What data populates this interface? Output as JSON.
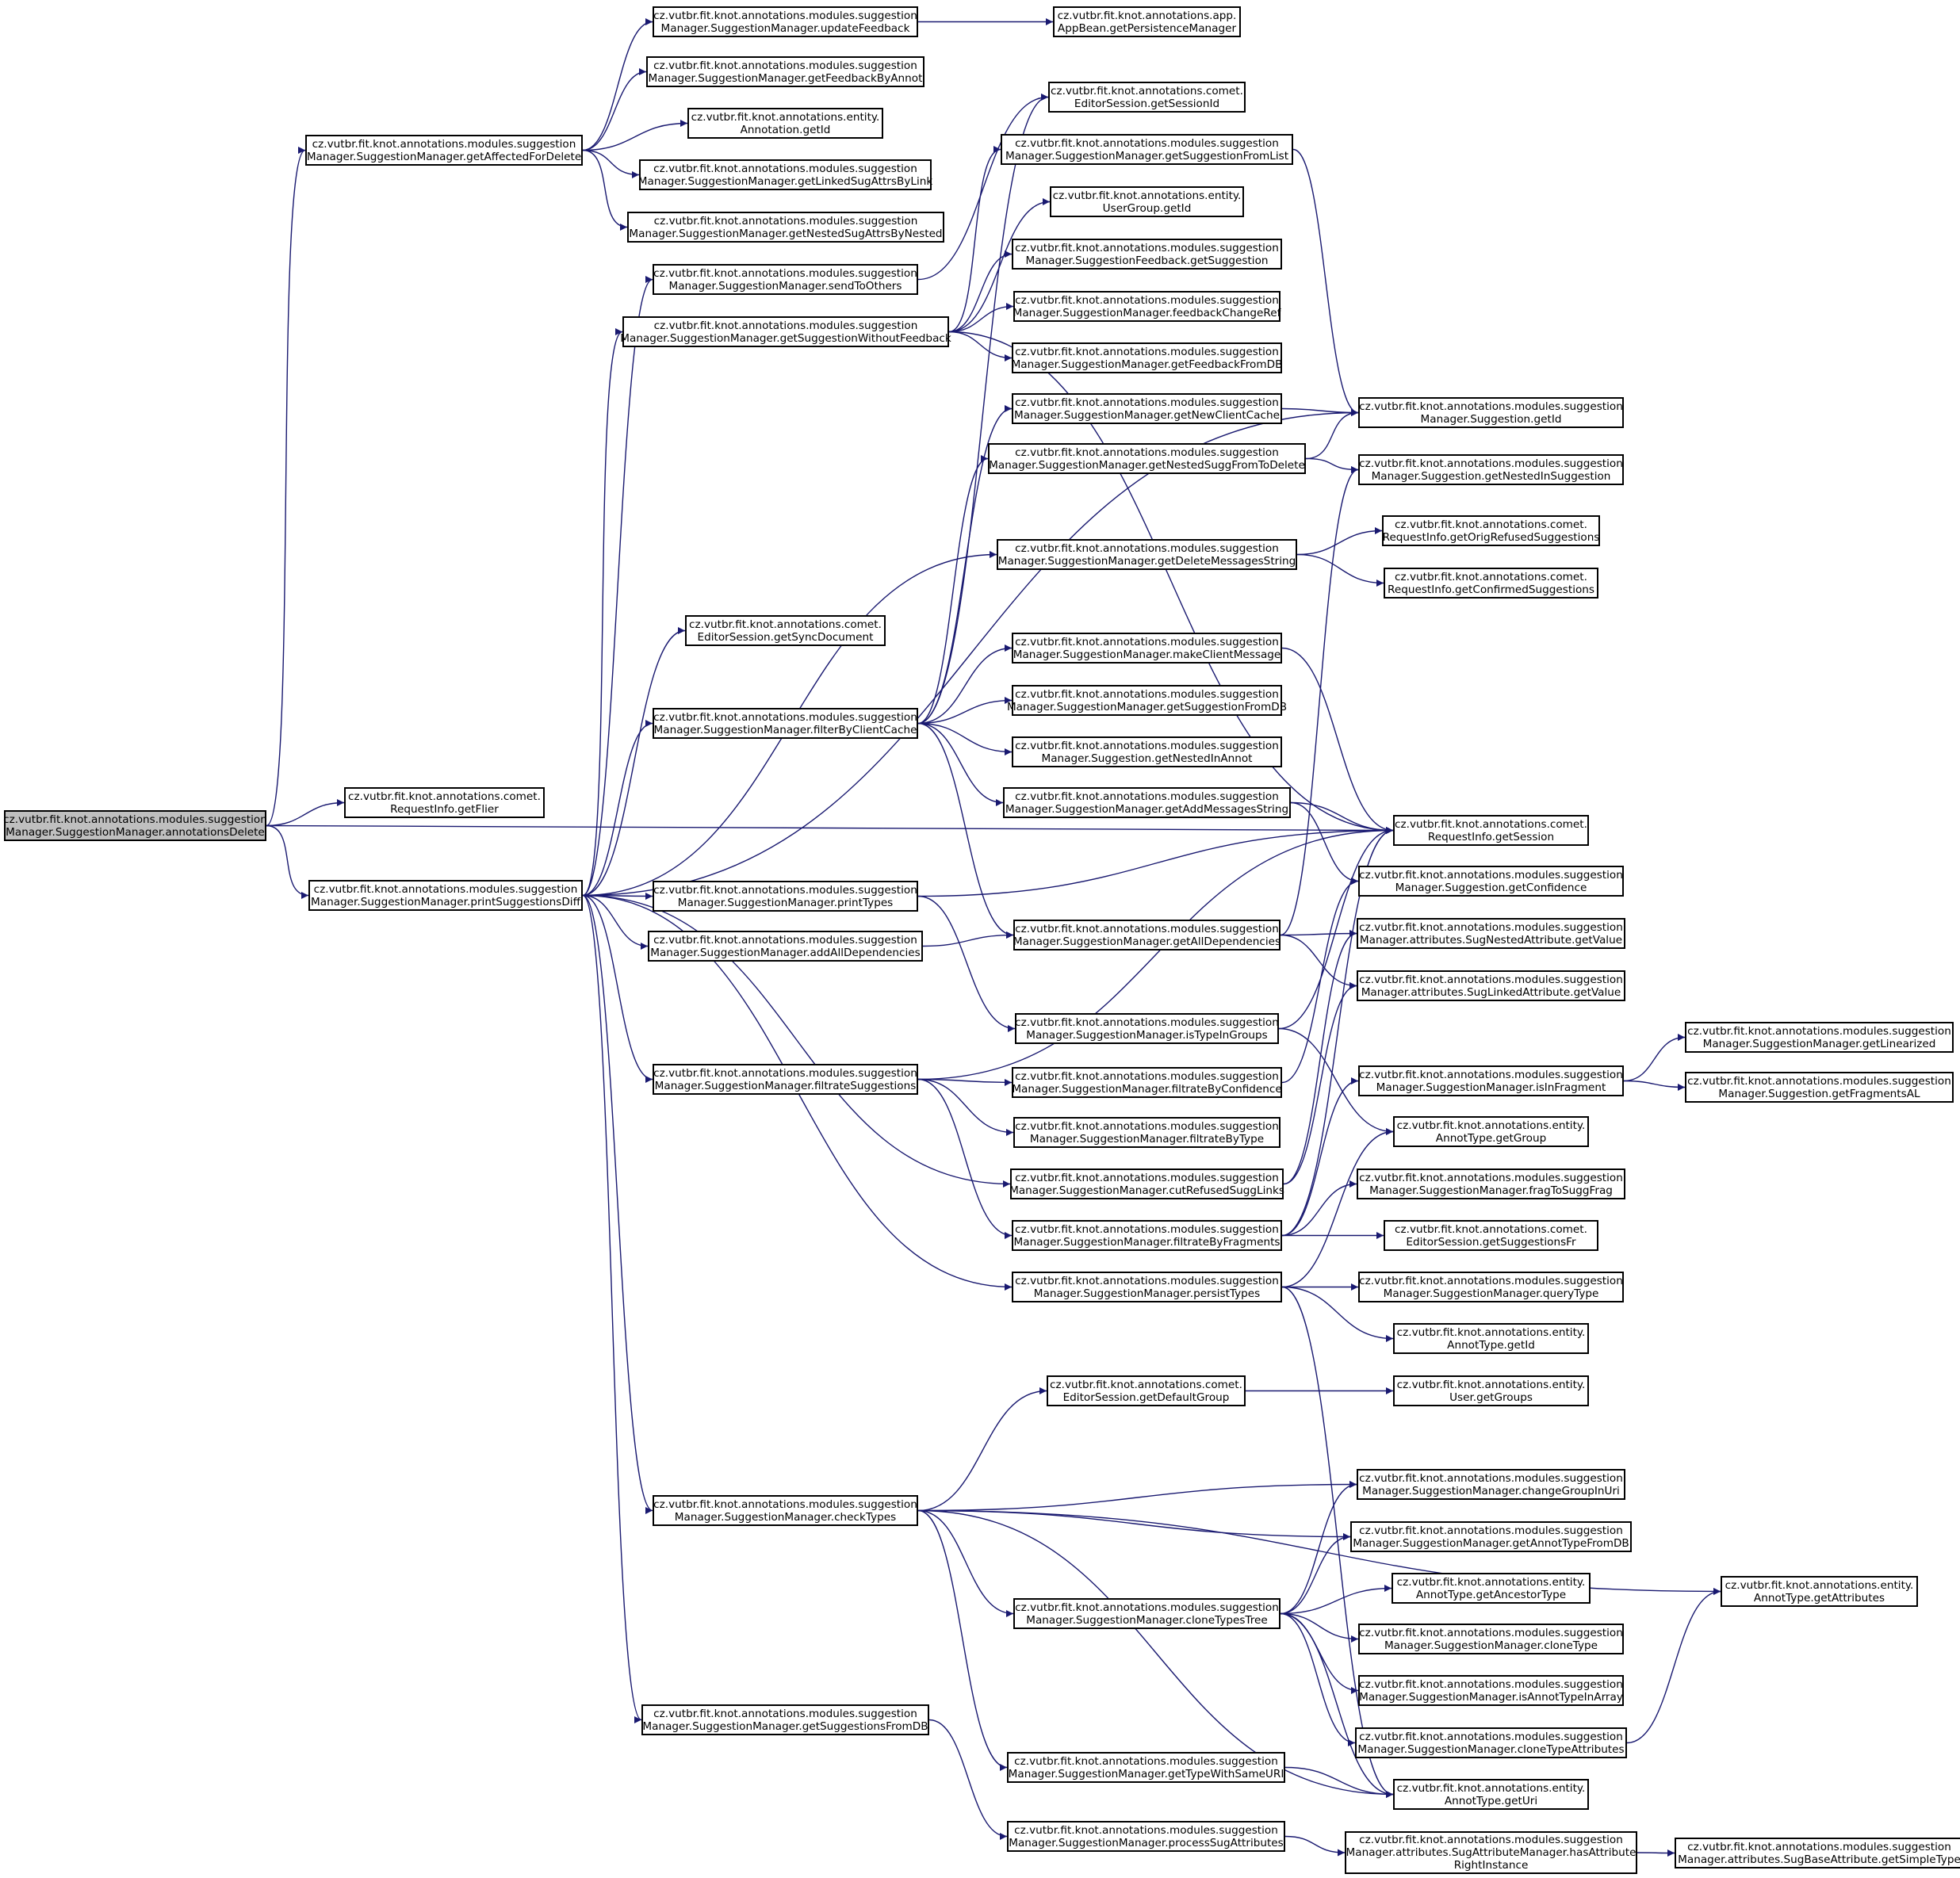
{
  "graph": {
    "root": "annotationsDelete",
    "colors": {
      "edge": "#191970",
      "node_border": "#000000",
      "root_fill": "#bfbfbf",
      "node_fill": "#ffffff"
    },
    "nodes": {
      "annotationsDelete": [
        "cz.vutbr.fit.knot.annotations.modules.suggestion",
        "Manager.SuggestionManager.annotationsDelete"
      ],
      "getAffectedForDelete": [
        "cz.vutbr.fit.knot.annotations.modules.suggestion",
        "Manager.SuggestionManager.getAffectedForDelete"
      ],
      "getFlier": [
        "cz.vutbr.fit.knot.annotations.comet.",
        "RequestInfo.getFlier"
      ],
      "printSuggestionsDiff": [
        "cz.vutbr.fit.knot.annotations.modules.suggestion",
        "Manager.SuggestionManager.printSuggestionsDiff"
      ],
      "updateFeedback": [
        "cz.vutbr.fit.knot.annotations.modules.suggestion",
        "Manager.SuggestionManager.updateFeedback"
      ],
      "getPersistenceManager": [
        "cz.vutbr.fit.knot.annotations.app.",
        "AppBean.getPersistenceManager"
      ],
      "getFeedbackByAnnot": [
        "cz.vutbr.fit.knot.annotations.modules.suggestion",
        "Manager.SuggestionManager.getFeedbackByAnnot"
      ],
      "annotationGetId": [
        "cz.vutbr.fit.knot.annotations.entity.",
        "Annotation.getId"
      ],
      "getLinkedSugAttrsByLink": [
        "cz.vutbr.fit.knot.annotations.modules.suggestion",
        "Manager.SuggestionManager.getLinkedSugAttrsByLink"
      ],
      "getNestedSugAttrsByNested": [
        "cz.vutbr.fit.knot.annotations.modules.suggestion",
        "Manager.SuggestionManager.getNestedSugAttrsByNested"
      ],
      "sendToOthers": [
        "cz.vutbr.fit.knot.annotations.modules.suggestion",
        "Manager.SuggestionManager.sendToOthers"
      ],
      "getSuggestionWithoutFeedback": [
        "cz.vutbr.fit.knot.annotations.modules.suggestion",
        "Manager.SuggestionManager.getSuggestionWithoutFeedback"
      ],
      "getSyncDocument": [
        "cz.vutbr.fit.knot.annotations.comet.",
        "EditorSession.getSyncDocument"
      ],
      "filterByClientCache": [
        "cz.vutbr.fit.knot.annotations.modules.suggestion",
        "Manager.SuggestionManager.filterByClientCache"
      ],
      "printTypes": [
        "cz.vutbr.fit.knot.annotations.modules.suggestion",
        "Manager.SuggestionManager.printTypes"
      ],
      "addAllDependencies": [
        "cz.vutbr.fit.knot.annotations.modules.suggestion",
        "Manager.SuggestionManager.addAllDependencies"
      ],
      "filtrateSuggestions": [
        "cz.vutbr.fit.knot.annotations.modules.suggestion",
        "Manager.SuggestionManager.filtrateSuggestions"
      ],
      "checkTypes": [
        "cz.vutbr.fit.knot.annotations.modules.suggestion",
        "Manager.SuggestionManager.checkTypes"
      ],
      "getSuggestionsFromDB": [
        "cz.vutbr.fit.knot.annotations.modules.suggestion",
        "Manager.SuggestionManager.getSuggestionsFromDB"
      ],
      "getSessionId": [
        "cz.vutbr.fit.knot.annotations.comet.",
        "EditorSession.getSessionId"
      ],
      "getSuggestionFromList": [
        "cz.vutbr.fit.knot.annotations.modules.suggestion",
        "Manager.SuggestionManager.getSuggestionFromList"
      ],
      "userGroupGetId": [
        "cz.vutbr.fit.knot.annotations.entity.",
        "UserGroup.getId"
      ],
      "feedbackGetSuggestion": [
        "cz.vutbr.fit.knot.annotations.modules.suggestion",
        "Manager.SuggestionFeedback.getSuggestion"
      ],
      "feedbackChangeRef": [
        "cz.vutbr.fit.knot.annotations.modules.suggestion",
        "Manager.SuggestionManager.feedbackChangeRef"
      ],
      "getFeedbackFromDB": [
        "cz.vutbr.fit.knot.annotations.modules.suggestion",
        "Manager.SuggestionManager.getFeedbackFromDB"
      ],
      "getNewClientCache": [
        "cz.vutbr.fit.knot.annotations.modules.suggestion",
        "Manager.SuggestionManager.getNewClientCache"
      ],
      "getNestedSuggFromToDelete": [
        "cz.vutbr.fit.knot.annotations.modules.suggestion",
        "Manager.SuggestionManager.getNestedSuggFromToDelete"
      ],
      "getDeleteMessagesString": [
        "cz.vutbr.fit.knot.annotations.modules.suggestion",
        "Manager.SuggestionManager.getDeleteMessagesString"
      ],
      "makeClientMessage": [
        "cz.vutbr.fit.knot.annotations.modules.suggestion",
        "Manager.SuggestionManager.makeClientMessage"
      ],
      "getSuggestionFromDB": [
        "cz.vutbr.fit.knot.annotations.modules.suggestion",
        "Manager.SuggestionManager.getSuggestionFromDB"
      ],
      "getNestedInAnnot": [
        "cz.vutbr.fit.knot.annotations.modules.suggestion",
        "Manager.Suggestion.getNestedInAnnot"
      ],
      "getAddMessagesString": [
        "cz.vutbr.fit.knot.annotations.modules.suggestion",
        "Manager.SuggestionManager.getAddMessagesString"
      ],
      "getAllDependencies": [
        "cz.vutbr.fit.knot.annotations.modules.suggestion",
        "Manager.SuggestionManager.getAllDependencies"
      ],
      "isTypeInGroups": [
        "cz.vutbr.fit.knot.annotations.modules.suggestion",
        "Manager.SuggestionManager.isTypeInGroups"
      ],
      "filtrateByConfidence": [
        "cz.vutbr.fit.knot.annotations.modules.suggestion",
        "Manager.SuggestionManager.filtrateByConfidence"
      ],
      "filtrateByType": [
        "cz.vutbr.fit.knot.annotations.modules.suggestion",
        "Manager.SuggestionManager.filtrateByType"
      ],
      "cutRefusedSuggLinks": [
        "cz.vutbr.fit.knot.annotations.modules.suggestion",
        "Manager.SuggestionManager.cutRefusedSuggLinks"
      ],
      "filtrateByFragments": [
        "cz.vutbr.fit.knot.annotations.modules.suggestion",
        "Manager.SuggestionManager.filtrateByFragments"
      ],
      "persistTypes": [
        "cz.vutbr.fit.knot.annotations.modules.suggestion",
        "Manager.SuggestionManager.persistTypes"
      ],
      "getDefaultGroup": [
        "cz.vutbr.fit.knot.annotations.comet.",
        "EditorSession.getDefaultGroup"
      ],
      "cloneTypesTree": [
        "cz.vutbr.fit.knot.annotations.modules.suggestion",
        "Manager.SuggestionManager.cloneTypesTree"
      ],
      "getTypeWithSameURI": [
        "cz.vutbr.fit.knot.annotations.modules.suggestion",
        "Manager.SuggestionManager.getTypeWithSameURI"
      ],
      "processSugAttributes": [
        "cz.vutbr.fit.knot.annotations.modules.suggestion",
        "Manager.SuggestionManager.processSugAttributes"
      ],
      "suggestionGetId": [
        "cz.vutbr.fit.knot.annotations.modules.suggestion",
        "Manager.Suggestion.getId"
      ],
      "getNestedInSuggestion": [
        "cz.vutbr.fit.knot.annotations.modules.suggestion",
        "Manager.Suggestion.getNestedInSuggestion"
      ],
      "getOrigRefusedSuggestions": [
        "cz.vutbr.fit.knot.annotations.comet.",
        "RequestInfo.getOrigRefusedSuggestions"
      ],
      "getConfirmedSuggestions": [
        "cz.vutbr.fit.knot.annotations.comet.",
        "RequestInfo.getConfirmedSuggestions"
      ],
      "getSession": [
        "cz.vutbr.fit.knot.annotations.comet.",
        "RequestInfo.getSession"
      ],
      "getConfidence": [
        "cz.vutbr.fit.knot.annotations.modules.suggestion",
        "Manager.Suggestion.getConfidence"
      ],
      "sugNestedGetValue": [
        "cz.vutbr.fit.knot.annotations.modules.suggestion",
        "Manager.attributes.SugNestedAttribute.getValue"
      ],
      "sugLinkedGetValue": [
        "cz.vutbr.fit.knot.annotations.modules.suggestion",
        "Manager.attributes.SugLinkedAttribute.getValue"
      ],
      "isInFragment": [
        "cz.vutbr.fit.knot.annotations.modules.suggestion",
        "Manager.SuggestionManager.isInFragment"
      ],
      "annotTypeGetGroup": [
        "cz.vutbr.fit.knot.annotations.entity.",
        "AnnotType.getGroup"
      ],
      "fragToSuggFrag": [
        "cz.vutbr.fit.knot.annotations.modules.suggestion",
        "Manager.SuggestionManager.fragToSuggFrag"
      ],
      "getSuggestionsFr": [
        "cz.vutbr.fit.knot.annotations.comet.",
        "EditorSession.getSuggestionsFr"
      ],
      "queryType": [
        "cz.vutbr.fit.knot.annotations.modules.suggestion",
        "Manager.SuggestionManager.queryType"
      ],
      "annotTypeGetId": [
        "cz.vutbr.fit.knot.annotations.entity.",
        "AnnotType.getId"
      ],
      "userGetGroups": [
        "cz.vutbr.fit.knot.annotations.entity.",
        "User.getGroups"
      ],
      "changeGroupInUri": [
        "cz.vutbr.fit.knot.annotations.modules.suggestion",
        "Manager.SuggestionManager.changeGroupInUri"
      ],
      "getAnnotTypeFromDB": [
        "cz.vutbr.fit.knot.annotations.modules.suggestion",
        "Manager.SuggestionManager.getAnnotTypeFromDB"
      ],
      "getAncestorType": [
        "cz.vutbr.fit.knot.annotations.entity.",
        "AnnotType.getAncestorType"
      ],
      "cloneType": [
        "cz.vutbr.fit.knot.annotations.modules.suggestion",
        "Manager.SuggestionManager.cloneType"
      ],
      "isAnnotTypeInArray": [
        "cz.vutbr.fit.knot.annotations.modules.suggestion",
        "Manager.SuggestionManager.isAnnotTypeInArray"
      ],
      "cloneTypeAttributes": [
        "cz.vutbr.fit.knot.annotations.modules.suggestion",
        "Manager.SuggestionManager.cloneTypeAttributes"
      ],
      "annotTypeGetUri": [
        "cz.vutbr.fit.knot.annotations.entity.",
        "AnnotType.getUri"
      ],
      "hasAttributeRightInstance": [
        "cz.vutbr.fit.knot.annotations.modules.suggestion",
        "Manager.attributes.SugAttributeManager.hasAttribute",
        "RightInstance"
      ],
      "getLinearized": [
        "cz.vutbr.fit.knot.annotations.modules.suggestion",
        "Manager.SuggestionManager.getLinearized"
      ],
      "getFragmentsAL": [
        "cz.vutbr.fit.knot.annotations.modules.suggestion",
        "Manager.Suggestion.getFragmentsAL"
      ],
      "annotTypeGetAttributes": [
        "cz.vutbr.fit.knot.annotations.entity.",
        "AnnotType.getAttributes"
      ],
      "getSimpleType": [
        "cz.vutbr.fit.knot.annotations.modules.suggestion",
        "Manager.attributes.SugBaseAttribute.getSimpleType"
      ]
    },
    "edges": [
      [
        "annotationsDelete",
        "getAffectedForDelete"
      ],
      [
        "annotationsDelete",
        "getFlier"
      ],
      [
        "annotationsDelete",
        "printSuggestionsDiff"
      ],
      [
        "annotationsDelete",
        "getSession"
      ],
      [
        "getAffectedForDelete",
        "updateFeedback"
      ],
      [
        "getAffectedForDelete",
        "getFeedbackByAnnot"
      ],
      [
        "getAffectedForDelete",
        "annotationGetId"
      ],
      [
        "getAffectedForDelete",
        "getLinkedSugAttrsByLink"
      ],
      [
        "getAffectedForDelete",
        "getNestedSugAttrsByNested"
      ],
      [
        "updateFeedback",
        "getPersistenceManager"
      ],
      [
        "printSuggestionsDiff",
        "sendToOthers"
      ],
      [
        "printSuggestionsDiff",
        "getSuggestionWithoutFeedback"
      ],
      [
        "printSuggestionsDiff",
        "getSyncDocument"
      ],
      [
        "printSuggestionsDiff",
        "filterByClientCache"
      ],
      [
        "printSuggestionsDiff",
        "printTypes"
      ],
      [
        "printSuggestionsDiff",
        "addAllDependencies"
      ],
      [
        "printSuggestionsDiff",
        "filtrateSuggestions"
      ],
      [
        "printSuggestionsDiff",
        "checkTypes"
      ],
      [
        "printSuggestionsDiff",
        "getSuggestionsFromDB"
      ],
      [
        "printSuggestionsDiff",
        "getDeleteMessagesString"
      ],
      [
        "printSuggestionsDiff",
        "suggestionGetId"
      ],
      [
        "printSuggestionsDiff",
        "cutRefusedSuggLinks"
      ],
      [
        "printSuggestionsDiff",
        "persistTypes"
      ],
      [
        "sendToOthers",
        "getSessionId"
      ],
      [
        "getSuggestionWithoutFeedback",
        "getSuggestionFromList"
      ],
      [
        "getSuggestionWithoutFeedback",
        "userGroupGetId"
      ],
      [
        "getSuggestionWithoutFeedback",
        "feedbackGetSuggestion"
      ],
      [
        "getSuggestionWithoutFeedback",
        "feedbackChangeRef"
      ],
      [
        "getSuggestionWithoutFeedback",
        "getFeedbackFromDB"
      ],
      [
        "getSuggestionWithoutFeedback",
        "getSession"
      ],
      [
        "getSuggestionFromList",
        "suggestionGetId"
      ],
      [
        "filterByClientCache",
        "getNewClientCache"
      ],
      [
        "filterByClientCache",
        "getNestedSuggFromToDelete"
      ],
      [
        "filterByClientCache",
        "makeClientMessage"
      ],
      [
        "filterByClientCache",
        "getSuggestionFromDB"
      ],
      [
        "filterByClientCache",
        "getNestedInAnnot"
      ],
      [
        "filterByClientCache",
        "getAddMessagesString"
      ],
      [
        "filterByClientCache",
        "getAllDependencies"
      ],
      [
        "filterByClientCache",
        "getSessionId"
      ],
      [
        "getNewClientCache",
        "suggestionGetId"
      ],
      [
        "getNestedSuggFromToDelete",
        "suggestionGetId"
      ],
      [
        "getNestedSuggFromToDelete",
        "getNestedInSuggestion"
      ],
      [
        "getDeleteMessagesString",
        "getOrigRefusedSuggestions"
      ],
      [
        "getDeleteMessagesString",
        "getConfirmedSuggestions"
      ],
      [
        "makeClientMessage",
        "getSession"
      ],
      [
        "getAddMessagesString",
        "getSession"
      ],
      [
        "getAddMessagesString",
        "getConfidence"
      ],
      [
        "printTypes",
        "getSession"
      ],
      [
        "printTypes",
        "isTypeInGroups"
      ],
      [
        "addAllDependencies",
        "getAllDependencies"
      ],
      [
        "getAllDependencies",
        "getNestedInSuggestion"
      ],
      [
        "getAllDependencies",
        "sugNestedGetValue"
      ],
      [
        "getAllDependencies",
        "sugLinkedGetValue"
      ],
      [
        "isTypeInGroups",
        "getSession"
      ],
      [
        "isTypeInGroups",
        "annotTypeGetGroup"
      ],
      [
        "filtrateSuggestions",
        "getSession"
      ],
      [
        "filtrateSuggestions",
        "filtrateByConfidence"
      ],
      [
        "filtrateSuggestions",
        "filtrateByType"
      ],
      [
        "filtrateSuggestions",
        "filtrateByFragments"
      ],
      [
        "filtrateByConfidence",
        "getConfidence"
      ],
      [
        "cutRefusedSuggLinks",
        "sugNestedGetValue"
      ],
      [
        "cutRefusedSuggLinks",
        "sugLinkedGetValue"
      ],
      [
        "filtrateByFragments",
        "isInFragment"
      ],
      [
        "filtrateByFragments",
        "fragToSuggFrag"
      ],
      [
        "filtrateByFragments",
        "getSuggestionsFr"
      ],
      [
        "filtrateByFragments",
        "getSession"
      ],
      [
        "isInFragment",
        "getLinearized"
      ],
      [
        "isInFragment",
        "getFragmentsAL"
      ],
      [
        "persistTypes",
        "queryType"
      ],
      [
        "persistTypes",
        "annotTypeGetId"
      ],
      [
        "persistTypes",
        "annotTypeGetGroup"
      ],
      [
        "persistTypes",
        "annotTypeGetUri"
      ],
      [
        "checkTypes",
        "getDefaultGroup"
      ],
      [
        "checkTypes",
        "annotTypeGetAttributes"
      ],
      [
        "checkTypes",
        "changeGroupInUri"
      ],
      [
        "checkTypes",
        "getAnnotTypeFromDB"
      ],
      [
        "checkTypes",
        "cloneTypesTree"
      ],
      [
        "checkTypes",
        "getTypeWithSameURI"
      ],
      [
        "checkTypes",
        "annotTypeGetUri"
      ],
      [
        "getDefaultGroup",
        "userGetGroups"
      ],
      [
        "cloneTypesTree",
        "changeGroupInUri"
      ],
      [
        "cloneTypesTree",
        "getAnnotTypeFromDB"
      ],
      [
        "cloneTypesTree",
        "getAncestorType"
      ],
      [
        "cloneTypesTree",
        "cloneType"
      ],
      [
        "cloneTypesTree",
        "isAnnotTypeInArray"
      ],
      [
        "cloneTypesTree",
        "cloneTypeAttributes"
      ],
      [
        "cloneTypesTree",
        "annotTypeGetUri"
      ],
      [
        "cloneTypeAttributes",
        "annotTypeGetAttributes"
      ],
      [
        "getTypeWithSameURI",
        "annotTypeGetUri"
      ],
      [
        "getSuggestionsFromDB",
        "processSugAttributes"
      ],
      [
        "processSugAttributes",
        "hasAttributeRightInstance"
      ],
      [
        "hasAttributeRightInstance",
        "getSimpleType"
      ]
    ]
  }
}
